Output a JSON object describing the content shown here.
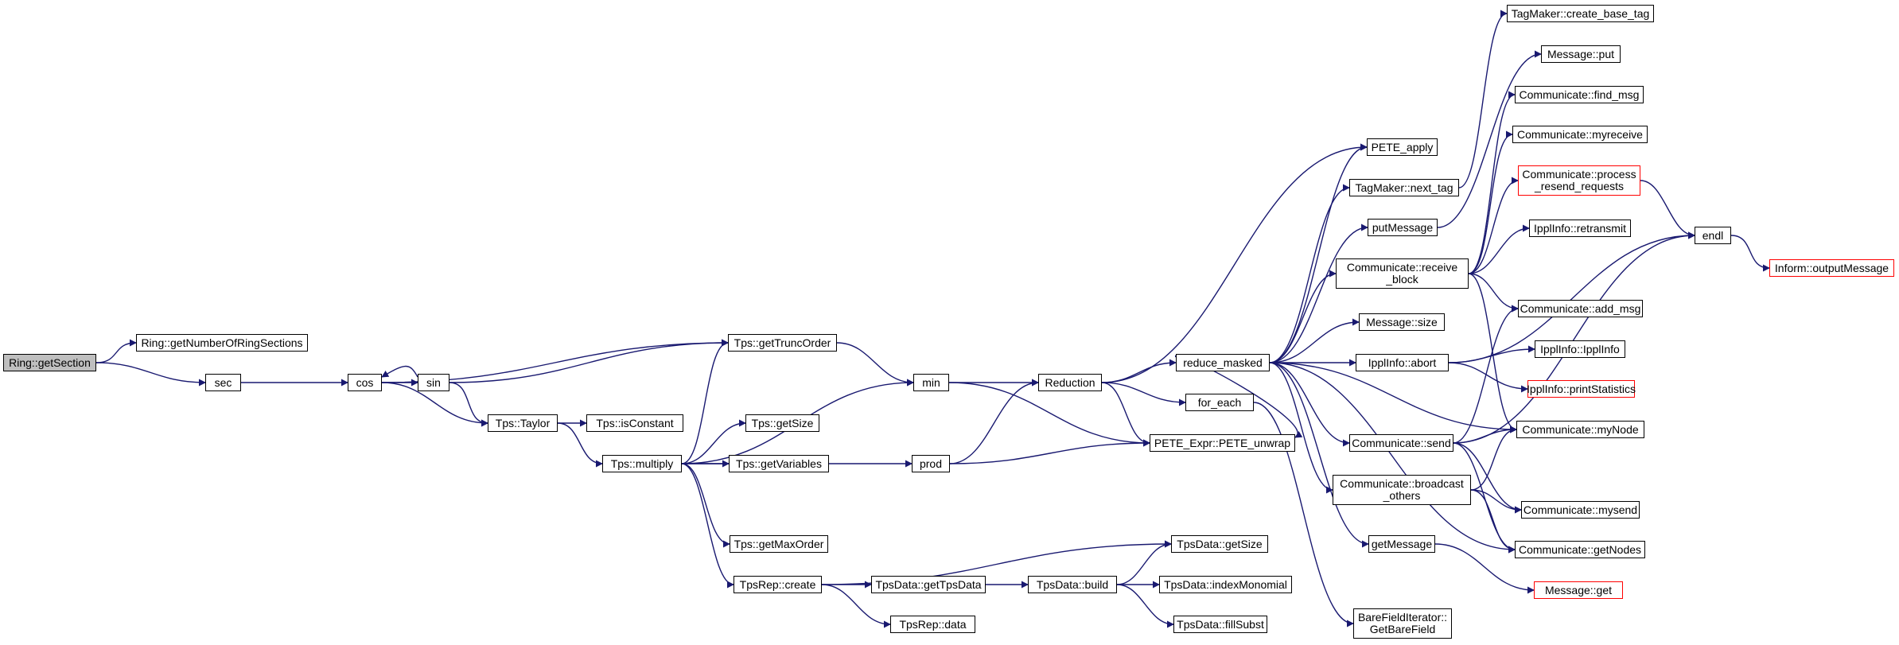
{
  "graph": {
    "edge_color": "#191970",
    "root_fill": "#bfbfbf",
    "truncated_border_color": "#ff0000",
    "nodes": [
      {
        "id": "ring_getsection",
        "label": "Ring::getSection",
        "root": true
      },
      {
        "id": "ring_getnumberofringsections",
        "label": "Ring::getNumberOfRingSections"
      },
      {
        "id": "sec",
        "label": "sec"
      },
      {
        "id": "cos",
        "label": "cos"
      },
      {
        "id": "sin",
        "label": "sin"
      },
      {
        "id": "tps_taylor",
        "label": "Tps::Taylor"
      },
      {
        "id": "tps_getTruncOrder",
        "label": "Tps::getTruncOrder"
      },
      {
        "id": "tps_isConstant",
        "label": "Tps::isConstant"
      },
      {
        "id": "tps_multiply",
        "label": "Tps::multiply"
      },
      {
        "id": "tps_getSize",
        "label": "Tps::getSize"
      },
      {
        "id": "tps_getVariables",
        "label": "Tps::getVariables"
      },
      {
        "id": "tps_getMaxOrder",
        "label": "Tps::getMaxOrder"
      },
      {
        "id": "tpsrep_create",
        "label": "TpsRep::create"
      },
      {
        "id": "tpsrep_data",
        "label": "TpsRep::data"
      },
      {
        "id": "tpsdata_getTpsData",
        "label": "TpsData::getTpsData"
      },
      {
        "id": "tpsdata_build",
        "label": "TpsData::build"
      },
      {
        "id": "tpsdata_getSize",
        "label": "TpsData::getSize"
      },
      {
        "id": "tpsdata_indexMonomial",
        "label": "TpsData::indexMonomial"
      },
      {
        "id": "tpsdata_fillSubst",
        "label": "TpsData::fillSubst"
      },
      {
        "id": "min",
        "label": "min"
      },
      {
        "id": "prod",
        "label": "prod"
      },
      {
        "id": "reduction",
        "label": "Reduction"
      },
      {
        "id": "pete_apply",
        "label": "PETE_apply"
      },
      {
        "id": "pete_expr_unwrap",
        "label": "PETE_Expr::PETE_unwrap"
      },
      {
        "id": "reduce_masked",
        "label": "reduce_masked"
      },
      {
        "id": "for_each",
        "label": "for_each"
      },
      {
        "id": "tagmaker_next_tag",
        "label": "TagMaker::next_tag"
      },
      {
        "id": "putmessage",
        "label": "putMessage"
      },
      {
        "id": "comm_receive_block",
        "label": "Communicate::receive\n_block"
      },
      {
        "id": "message_size",
        "label": "Message::size"
      },
      {
        "id": "ipplinfo_abort",
        "label": "IpplInfo::abort"
      },
      {
        "id": "comm_send",
        "label": "Communicate::send"
      },
      {
        "id": "comm_broadcast_others",
        "label": "Communicate::broadcast\n_others"
      },
      {
        "id": "getmessage",
        "label": "getMessage"
      },
      {
        "id": "barefielditerator_getbarefield",
        "label": "BareFieldIterator::\nGetBareField"
      },
      {
        "id": "tagmaker_create_base_tag",
        "label": "TagMaker::create_base_tag"
      },
      {
        "id": "message_put",
        "label": "Message::put"
      },
      {
        "id": "comm_find_msg",
        "label": "Communicate::find_msg"
      },
      {
        "id": "comm_myreceive",
        "label": "Communicate::myreceive"
      },
      {
        "id": "comm_process_resend_requests",
        "label": "Communicate::process\n_resend_requests",
        "truncated": true
      },
      {
        "id": "ipplinfo_retransmit",
        "label": "IpplInfo::retransmit"
      },
      {
        "id": "comm_add_msg",
        "label": "Communicate::add_msg"
      },
      {
        "id": "ipplinfo_ipplinfo",
        "label": "IpplInfo::IpplInfo"
      },
      {
        "id": "ipplinfo_printstatistics",
        "label": "IpplInfo::printStatistics",
        "truncated": true
      },
      {
        "id": "comm_mynode",
        "label": "Communicate::myNode"
      },
      {
        "id": "comm_mysend",
        "label": "Communicate::mysend"
      },
      {
        "id": "comm_getnodes",
        "label": "Communicate::getNodes"
      },
      {
        "id": "message_get",
        "label": "Message::get",
        "truncated": true
      },
      {
        "id": "endl",
        "label": "endl"
      },
      {
        "id": "inform_outputmessage",
        "label": "Inform::outputMessage",
        "truncated": true
      }
    ],
    "edges": [
      [
        "ring_getsection",
        "ring_getnumberofringsections"
      ],
      [
        "ring_getsection",
        "sec"
      ],
      [
        "sec",
        "cos"
      ],
      [
        "cos",
        "sin"
      ],
      [
        "cos",
        "tps_getTruncOrder"
      ],
      [
        "cos",
        "tps_taylor"
      ],
      [
        "sin",
        "cos"
      ],
      [
        "sin",
        "tps_getTruncOrder"
      ],
      [
        "sin",
        "tps_taylor"
      ],
      [
        "tps_taylor",
        "tps_isConstant"
      ],
      [
        "tps_taylor",
        "tps_multiply"
      ],
      [
        "tps_multiply",
        "tps_getTruncOrder"
      ],
      [
        "tps_multiply",
        "min"
      ],
      [
        "tps_multiply",
        "tps_getSize"
      ],
      [
        "tps_multiply",
        "tps_getVariables"
      ],
      [
        "tps_multiply",
        "prod"
      ],
      [
        "tps_multiply",
        "tps_getMaxOrder"
      ],
      [
        "tps_multiply",
        "tpsrep_create"
      ],
      [
        "tps_getTruncOrder",
        "min"
      ],
      [
        "tpsrep_create",
        "tpsdata_getSize"
      ],
      [
        "tpsrep_create",
        "tpsdata_getTpsData"
      ],
      [
        "tpsrep_create",
        "tpsrep_data"
      ],
      [
        "tpsdata_getTpsData",
        "tpsdata_build"
      ],
      [
        "tpsdata_build",
        "tpsdata_getSize"
      ],
      [
        "tpsdata_build",
        "tpsdata_indexMonomial"
      ],
      [
        "tpsdata_build",
        "tpsdata_fillSubst"
      ],
      [
        "min",
        "reduction"
      ],
      [
        "min",
        "pete_expr_unwrap"
      ],
      [
        "prod",
        "reduction"
      ],
      [
        "prod",
        "pete_expr_unwrap"
      ],
      [
        "reduction",
        "pete_apply"
      ],
      [
        "reduction",
        "reduce_masked"
      ],
      [
        "reduction",
        "for_each"
      ],
      [
        "reduction",
        "pete_expr_unwrap"
      ],
      [
        "reduce_masked",
        "pete_apply"
      ],
      [
        "reduce_masked",
        "tagmaker_next_tag"
      ],
      [
        "reduce_masked",
        "putmessage"
      ],
      [
        "reduce_masked",
        "comm_receive_block"
      ],
      [
        "reduce_masked",
        "message_size"
      ],
      [
        "reduce_masked",
        "ipplinfo_abort"
      ],
      [
        "reduce_masked",
        "comm_mynode"
      ],
      [
        "reduce_masked",
        "comm_send"
      ],
      [
        "reduce_masked",
        "comm_broadcast_others"
      ],
      [
        "reduce_masked",
        "comm_getnodes"
      ],
      [
        "reduce_masked",
        "getmessage"
      ],
      [
        "reduce_masked",
        "pete_expr_unwrap"
      ],
      [
        "for_each",
        "barefielditerator_getbarefield"
      ],
      [
        "tagmaker_next_tag",
        "tagmaker_create_base_tag"
      ],
      [
        "putmessage",
        "message_put"
      ],
      [
        "comm_receive_block",
        "comm_find_msg"
      ],
      [
        "comm_receive_block",
        "comm_myreceive"
      ],
      [
        "comm_receive_block",
        "comm_process_resend_requests"
      ],
      [
        "comm_receive_block",
        "ipplinfo_retransmit"
      ],
      [
        "comm_receive_block",
        "comm_add_msg"
      ],
      [
        "comm_receive_block",
        "comm_mynode"
      ],
      [
        "comm_process_resend_requests",
        "endl"
      ],
      [
        "ipplinfo_abort",
        "ipplinfo_ipplinfo"
      ],
      [
        "ipplinfo_abort",
        "ipplinfo_printstatistics"
      ],
      [
        "ipplinfo_abort",
        "endl"
      ],
      [
        "comm_send",
        "comm_add_msg"
      ],
      [
        "comm_send",
        "comm_mynode"
      ],
      [
        "comm_send",
        "comm_mysend"
      ],
      [
        "comm_send",
        "comm_getnodes"
      ],
      [
        "comm_send",
        "endl"
      ],
      [
        "comm_broadcast_others",
        "comm_mynode"
      ],
      [
        "comm_broadcast_others",
        "comm_mysend"
      ],
      [
        "comm_broadcast_others",
        "comm_getnodes"
      ],
      [
        "getmessage",
        "message_get"
      ],
      [
        "endl",
        "inform_outputmessage"
      ]
    ]
  }
}
